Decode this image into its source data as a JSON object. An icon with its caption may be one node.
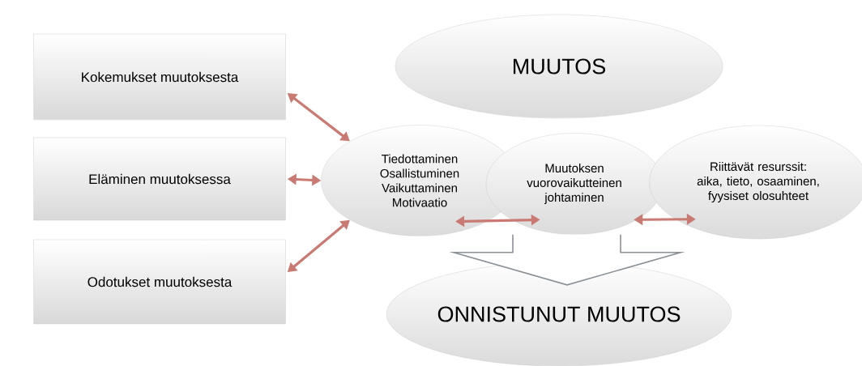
{
  "diagram": {
    "nodes": [
      {
        "text": [
          "Kokemukset muutoksesta"
        ]
      },
      {
        "text": [
          "Eläminen muutoksessa"
        ]
      },
      {
        "text": [
          "Odotukset muutoksesta"
        ]
      },
      {
        "text": [
          "MUUTOS"
        ]
      },
      {
        "text": [
          "Tiedottaminen Osallistuminen Vaikuttaminen Motivaatio"
        ]
      },
      {
        "text": [
          "Muutoksen vuorovaikutteinen johtaminen"
        ]
      },
      {
        "text": [
          "Riittävät resurssit: aika, tieto, osaaminen, fyysiset olosuhteet"
        ]
      },
      {
        "text": [
          "ONNISTUNUT MUUTOS"
        ]
      }
    ],
    "edges": [
      {
        "from": 0,
        "to": 4,
        "arrow": "both"
      },
      {
        "from": 1,
        "to": 4,
        "arrow": "both"
      },
      {
        "from": 2,
        "to": 4,
        "arrow": "both"
      },
      {
        "from": 4,
        "to": 5,
        "arrow": "both"
      },
      {
        "from": 5,
        "to": 6,
        "arrow": "both"
      },
      {
        "from": 5,
        "to": 7,
        "arrow": "to",
        "color": "#8c9196"
      }
    ]
  }
}
